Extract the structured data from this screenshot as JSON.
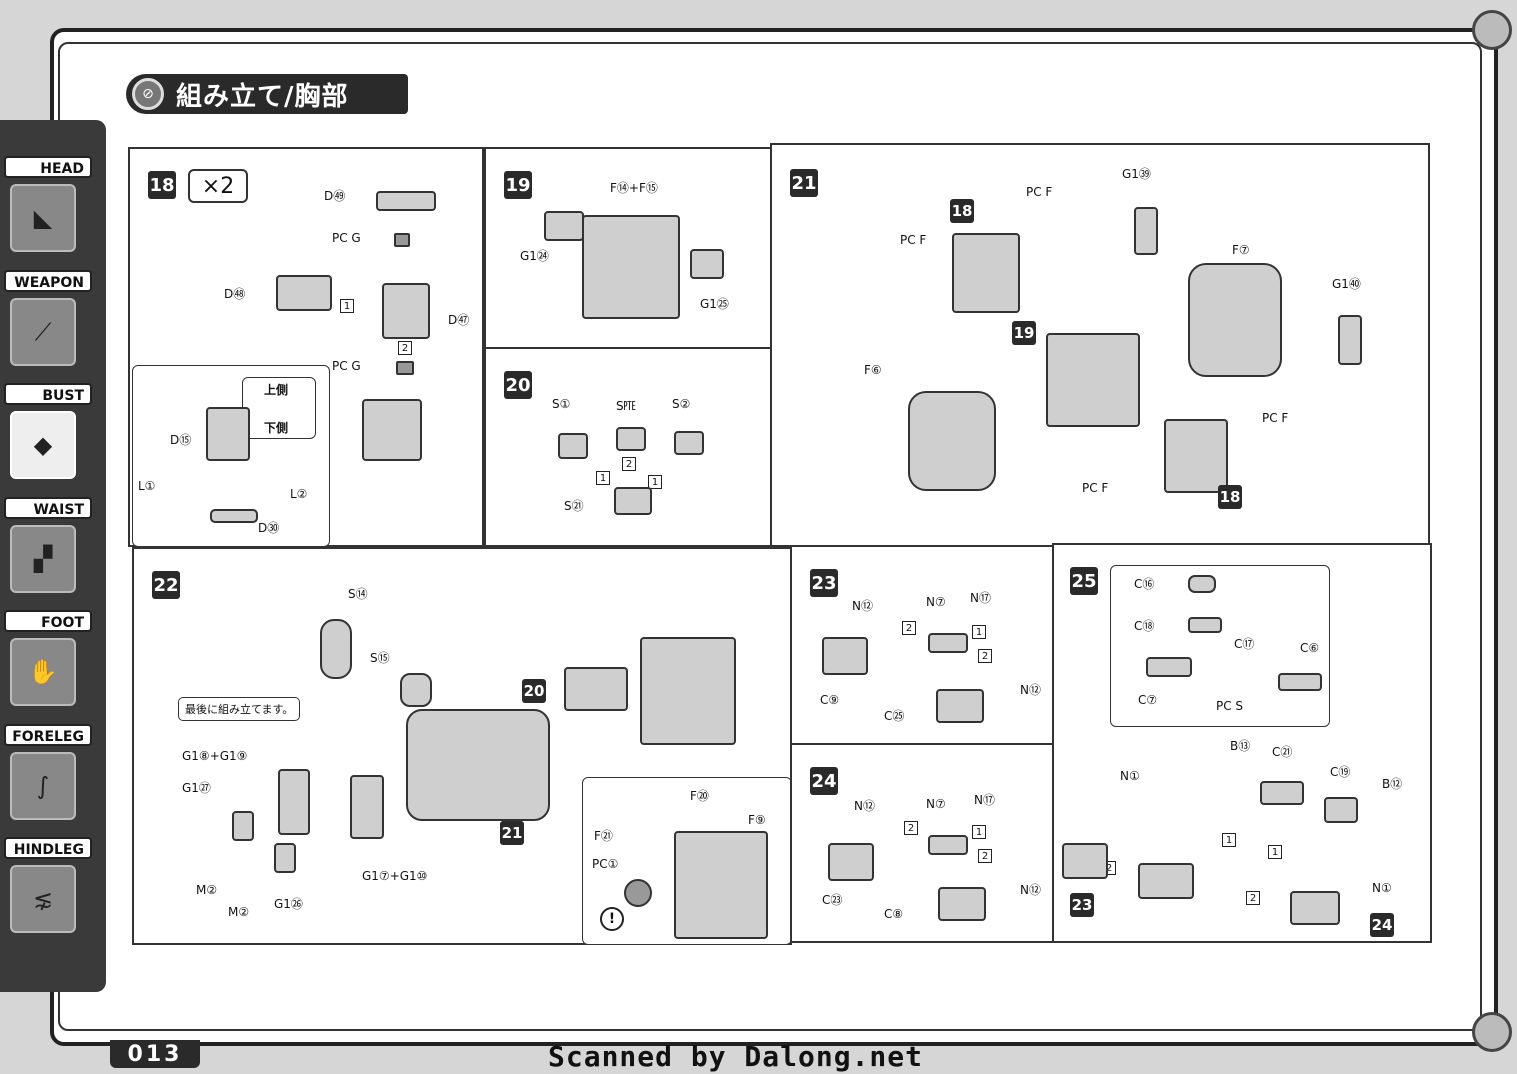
{
  "header": {
    "title": "組み立て/胸部"
  },
  "nav": [
    {
      "label": "HEAD",
      "icon": "head-icon"
    },
    {
      "label": "WEAPON",
      "icon": "weapon-icon"
    },
    {
      "label": "BUST",
      "icon": "bust-icon",
      "active": true
    },
    {
      "label": "WAIST",
      "icon": "waist-icon"
    },
    {
      "label": "FOOT",
      "icon": "foot-icon"
    },
    {
      "label": "FORELEG",
      "icon": "foreleg-icon"
    },
    {
      "label": "HINDLEG",
      "icon": "hindleg-icon"
    }
  ],
  "steps": {
    "s18": {
      "num": "18",
      "mult": "×2",
      "labels": [
        "D㊾",
        "PC G",
        "D㊽",
        "D㊼",
        "PC G",
        "D⑮",
        "L①",
        "L②",
        "D㉚"
      ],
      "callout": {
        "top": "上側",
        "bottom": "下側"
      },
      "order": [
        "1",
        "2"
      ]
    },
    "s19": {
      "num": "19",
      "labels": [
        "F⑭+F⑮",
        "G1㉔",
        "G1㉕"
      ]
    },
    "s20": {
      "num": "20",
      "labels": [
        "S①",
        "S㉐",
        "S②",
        "S㉑"
      ],
      "order": [
        "1",
        "2",
        "1"
      ]
    },
    "s21": {
      "num": "21",
      "labels": [
        "G1㊴",
        "PC F",
        "PC F",
        "F⑦",
        "G1㊵",
        "F⑥",
        "PC F",
        "PC F"
      ],
      "refs": [
        "18",
        "19",
        "18"
      ]
    },
    "s22": {
      "num": "22",
      "labels": [
        "S⑭",
        "S⑮",
        "G1⑧+G1⑨",
        "G1㉗",
        "M②",
        "M②",
        "G1㉖",
        "G1⑦+G1⑩",
        "F⑳",
        "F㉑",
        "PC①",
        "F⑨"
      ],
      "note": "最後に組み立てます。",
      "refs": [
        "20",
        "21"
      ],
      "warn": "!"
    },
    "s23": {
      "num": "23",
      "labels": [
        "N⑫",
        "N⑦",
        "N⑰",
        "N⑫",
        "C⑨",
        "C㉕"
      ],
      "order": [
        "2",
        "1",
        "2"
      ]
    },
    "s24": {
      "num": "24",
      "labels": [
        "N⑫",
        "N⑦",
        "N⑰",
        "N⑫",
        "C㉓",
        "C⑧"
      ],
      "order": [
        "2",
        "1",
        "2"
      ]
    },
    "s25": {
      "num": "25",
      "labels": [
        "C⑯",
        "C⑱",
        "C⑰",
        "C⑥",
        "C⑦",
        "PC S",
        "B⑬",
        "C㉑",
        "C⑲",
        "B⑫",
        "N①",
        "N①"
      ],
      "refs": [
        "23",
        "24"
      ],
      "order": [
        "1",
        "1",
        "2",
        "2"
      ]
    }
  },
  "footer": {
    "page": "013",
    "scan_credit": "Scanned by Dalong.net"
  }
}
